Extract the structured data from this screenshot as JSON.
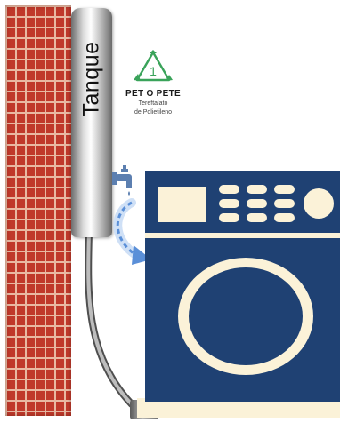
{
  "tank": {
    "label": "Tanque"
  },
  "recycling": {
    "code": "1",
    "name": "PET O PETE",
    "description_line1": "Tereftalato",
    "description_line2": "de Polietileno"
  },
  "colors": {
    "washer_body": "#1f4173",
    "washer_panel": "#fbf2d8",
    "recycle_green": "#3aa35a",
    "brick": "#c0392b",
    "arrow": "#5a8fd8"
  },
  "icons": [
    "brick-wall",
    "water-tank",
    "recycling-symbol",
    "faucet-icon",
    "curved-arrow-icon",
    "washing-machine"
  ]
}
